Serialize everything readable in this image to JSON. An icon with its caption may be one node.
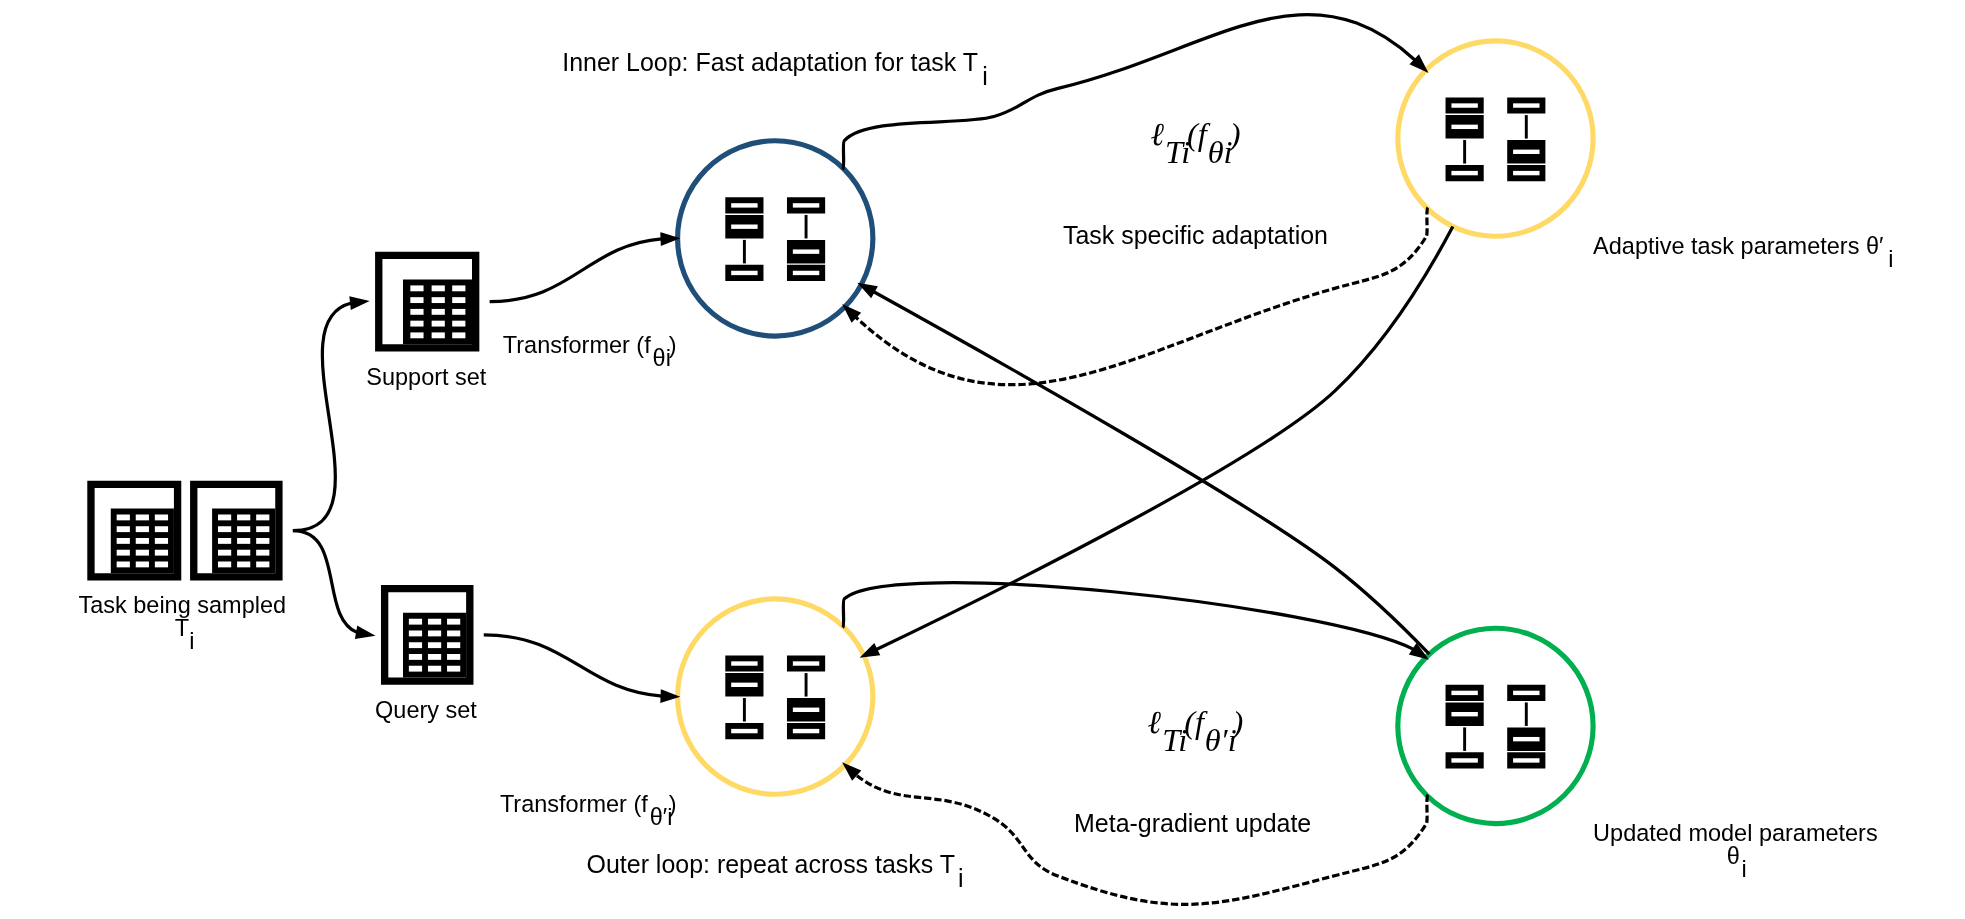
{
  "diagram": {
    "nodes": [
      {
        "text": [],
        "shape": "picture",
        "beside": [
          "Task being sampled",
          "T$_{i}$"
        ]
      },
      {
        "text": [],
        "shape": "picture",
        "beside": [
          "Support set"
        ]
      },
      {
        "text": [],
        "shape": "picture",
        "beside": [
          "Query set"
        ]
      },
      {
        "text": [],
        "shape": "circle",
        "beside": [
          "Transformer (f$_{θi}$)"
        ]
      },
      {
        "text": [],
        "shape": "circle",
        "beside": [
          "Adaptive task parameters θ′$_{i}$"
        ]
      },
      {
        "text": [],
        "shape": "circle",
        "beside": [
          "Transformer (f$_{θ′i}$)"
        ]
      },
      {
        "text": [],
        "shape": "circle",
        "beside": [
          "Updated model parameters",
          "θ$_{i}$"
        ]
      }
    ],
    "edges": [
      {
        "from": 0,
        "to": 1,
        "arrow": "to"
      },
      {
        "from": 0,
        "to": 2,
        "arrow": "to"
      },
      {
        "from": 1,
        "to": 3,
        "arrow": "to"
      },
      {
        "from": 2,
        "to": 5,
        "arrow": "to"
      },
      {
        "from": 3,
        "to": 4,
        "arrow": "to"
      },
      {
        "from": 4,
        "to": 3,
        "arrow": "to",
        "style": "dashed"
      },
      {
        "from": 4,
        "to": 5,
        "arrow": "to"
      },
      {
        "from": 5,
        "to": 6,
        "arrow": "to"
      },
      {
        "from": 6,
        "to": 5,
        "arrow": "to",
        "style": "dashed"
      },
      {
        "from": 6,
        "to": 3,
        "arrow": "to"
      }
    ],
    "labels": [
      "Inner Loop: Fast adaptation for task T$_{i}$",
      "ℓ$_{Ti}$(f$_{θi}$)",
      "Task specific adaptation",
      "ℓ$_{Ti}$(f$_{θ′i}$)",
      "Meta-gradient update",
      "Outer loop: repeat across tasks T$_{i}$"
    ]
  }
}
